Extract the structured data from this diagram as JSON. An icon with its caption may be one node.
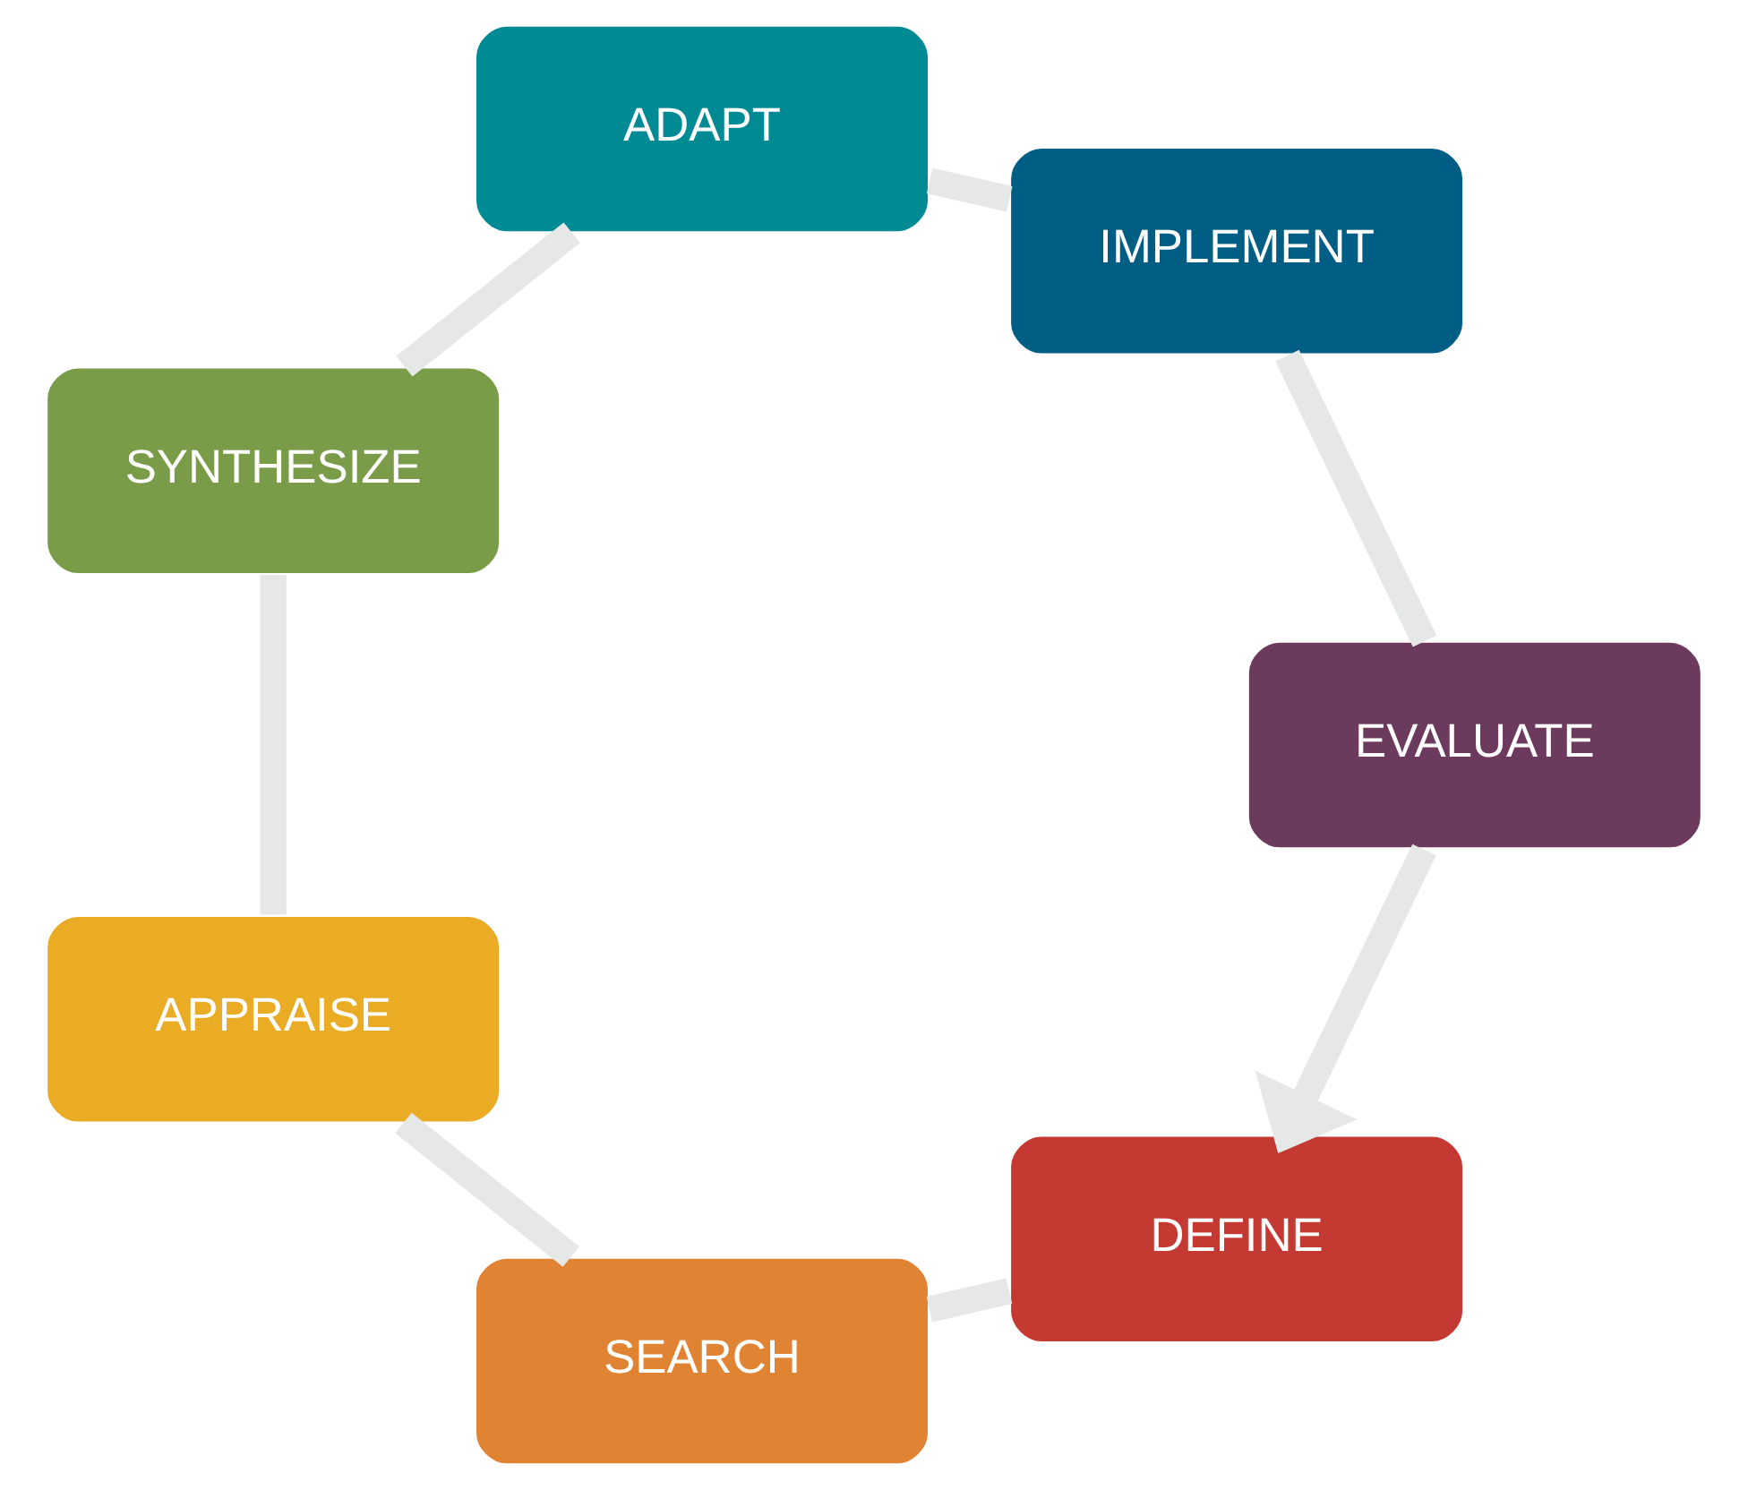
{
  "diagram": {
    "nodes": [
      {
        "text": [
          "DEFINE"
        ]
      },
      {
        "text": [
          "SEARCH"
        ]
      },
      {
        "text": [
          "APPRAISE"
        ]
      },
      {
        "text": [
          "SYNTHESIZE"
        ]
      },
      {
        "text": [
          "ADAPT"
        ]
      },
      {
        "text": [
          "IMPLEMENT"
        ]
      },
      {
        "text": [
          "EVALUATE"
        ]
      }
    ],
    "edges": [
      {
        "from": 0,
        "to": 1,
        "arrow": "none"
      },
      {
        "from": 1,
        "to": 2,
        "arrow": "none"
      },
      {
        "from": 2,
        "to": 3,
        "arrow": "none"
      },
      {
        "from": 3,
        "to": 4,
        "arrow": "none"
      },
      {
        "from": 4,
        "to": 5,
        "arrow": "none"
      },
      {
        "from": 5,
        "to": 6,
        "arrow": "none"
      },
      {
        "from": 6,
        "to": 0,
        "arrow": "to"
      }
    ]
  }
}
